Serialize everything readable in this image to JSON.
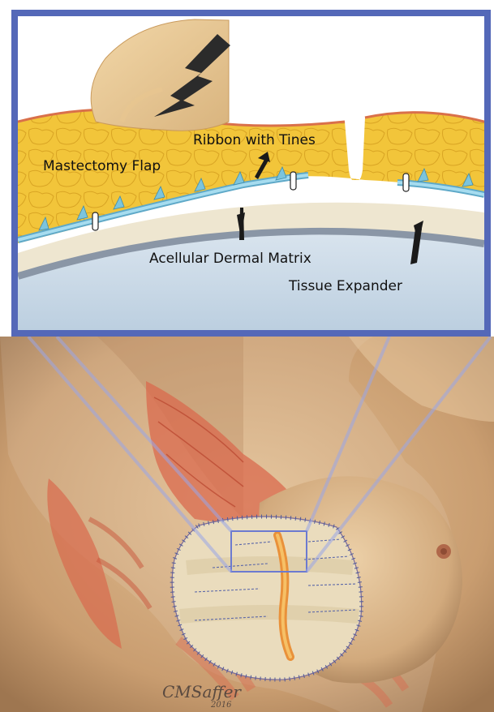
{
  "inset": {
    "labels": {
      "ribbon": "Ribbon with Tines",
      "flap": "Mastectomy Flap",
      "matrix": "Acellular Dermal Matrix",
      "expander": "Tissue Expander"
    }
  },
  "signature": {
    "name": "CMSaffer",
    "year": "2016"
  },
  "colors": {
    "frame": "#5468b8",
    "fat": "#f2c53a",
    "ribbon": "#7cc4dc",
    "matrix": "#eee6d0",
    "expander": "#cfdce8",
    "skin": "#d1a97a",
    "muscle": "#d9694d"
  },
  "icons": {
    "pressure_arrow": "bolt-arrow-icon",
    "pointer_arrows": "arrow-icon"
  }
}
